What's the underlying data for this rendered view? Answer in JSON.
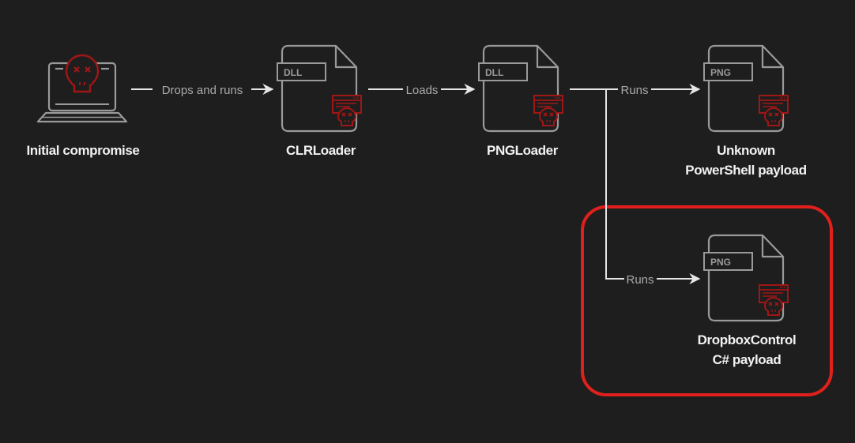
{
  "diagram": {
    "colors": {
      "background": "#1e1e1e",
      "outline": "#9a9a9a",
      "connector": "#e6e6e6",
      "malware_red": "#a01616",
      "highlight_red": "#e0201c",
      "label_text": "#f2f2f2",
      "edge_text": "#a9a9a9"
    },
    "nodes": [
      {
        "id": "initial",
        "icon": "infected-laptop-icon",
        "label": [
          "Initial compromise"
        ]
      },
      {
        "id": "clrloader",
        "icon": "dll-file-icon",
        "file_tag": "DLL",
        "label": [
          "CLRLoader"
        ]
      },
      {
        "id": "pngloader",
        "icon": "dll-file-icon",
        "file_tag": "DLL",
        "label": [
          "PNGLoader"
        ]
      },
      {
        "id": "powershell",
        "icon": "png-file-icon",
        "file_tag": "PNG",
        "label": [
          "Unknown",
          "PowerShell payload"
        ]
      },
      {
        "id": "dropbox",
        "icon": "png-file-icon",
        "file_tag": "PNG",
        "label": [
          "DropboxControl",
          "C# payload"
        ],
        "highlighted": true
      }
    ],
    "edges": [
      {
        "from": "initial",
        "to": "clrloader",
        "label": "Drops and runs"
      },
      {
        "from": "clrloader",
        "to": "pngloader",
        "label": "Loads"
      },
      {
        "from": "pngloader",
        "to": "powershell",
        "label": "Runs"
      },
      {
        "from": "pngloader",
        "to": "dropbox",
        "label": "Runs"
      }
    ]
  }
}
